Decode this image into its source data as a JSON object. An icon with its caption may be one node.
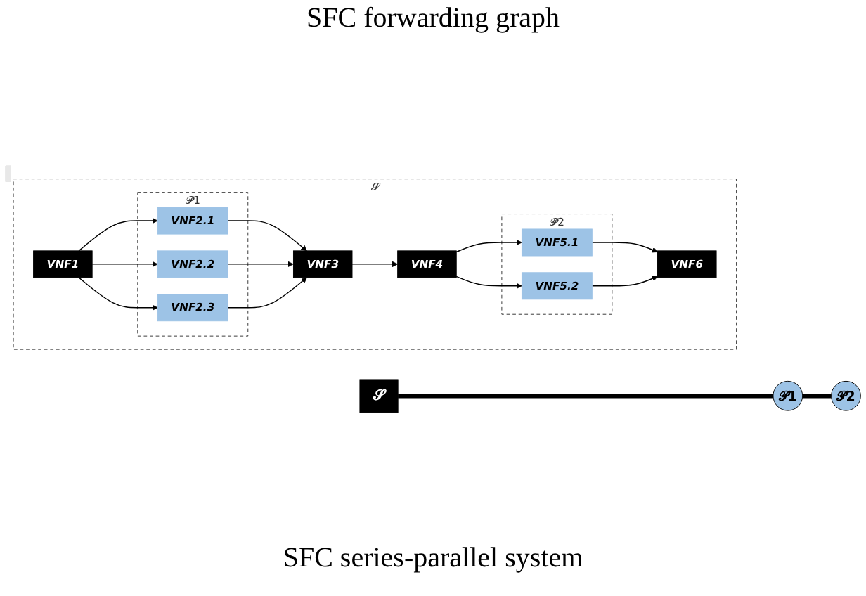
{
  "diagram": {
    "title": "SFC forwarding graph",
    "nodes": [
      {
        "text": [
          "𝓢"
        ]
      },
      {
        "text": [
          "VNF1"
        ],
        "in": 0
      },
      {
        "text": [
          "𝓟1"
        ],
        "in": 0
      },
      {
        "text": [
          "VNF2.1"
        ],
        "in": 2
      },
      {
        "text": [
          "VNF2.2"
        ],
        "in": 2
      },
      {
        "text": [
          "VNF2.3"
        ],
        "in": 2
      },
      {
        "text": [
          "VNF3"
        ],
        "in": 0
      },
      {
        "text": [
          "VNF4"
        ],
        "in": 0
      },
      {
        "text": [
          "𝓟2"
        ],
        "in": 0
      },
      {
        "text": [
          "VNF5.1"
        ],
        "in": 8
      },
      {
        "text": [
          "VNF5.2"
        ],
        "in": 8
      },
      {
        "text": [
          "VNF6"
        ],
        "in": 0
      },
      {
        "text": [
          "𝓢"
        ]
      },
      {
        "text": [
          "𝓟1"
        ]
      },
      {
        "text": [
          "𝓟2"
        ]
      }
    ],
    "edges": [
      {
        "from": 1,
        "to": 3,
        "arrow": "to"
      },
      {
        "from": 1,
        "to": 4,
        "arrow": "to"
      },
      {
        "from": 1,
        "to": 5,
        "arrow": "to"
      },
      {
        "from": 3,
        "to": 6,
        "arrow": "to"
      },
      {
        "from": 4,
        "to": 6,
        "arrow": "to"
      },
      {
        "from": 5,
        "to": 6,
        "arrow": "to"
      },
      {
        "from": 6,
        "to": 7,
        "arrow": "to"
      },
      {
        "from": 7,
        "to": 9,
        "arrow": "to"
      },
      {
        "from": 7,
        "to": 10,
        "arrow": "to"
      },
      {
        "from": 9,
        "to": 11,
        "arrow": "to"
      },
      {
        "from": 10,
        "to": 11,
        "arrow": "to"
      },
      {
        "from": 12,
        "to": 13,
        "arrow": "none",
        "style": "thick"
      },
      {
        "from": 13,
        "to": 14,
        "arrow": "none",
        "style": "thick"
      }
    ],
    "labels": [
      "SFC series-parallel system"
    ]
  }
}
